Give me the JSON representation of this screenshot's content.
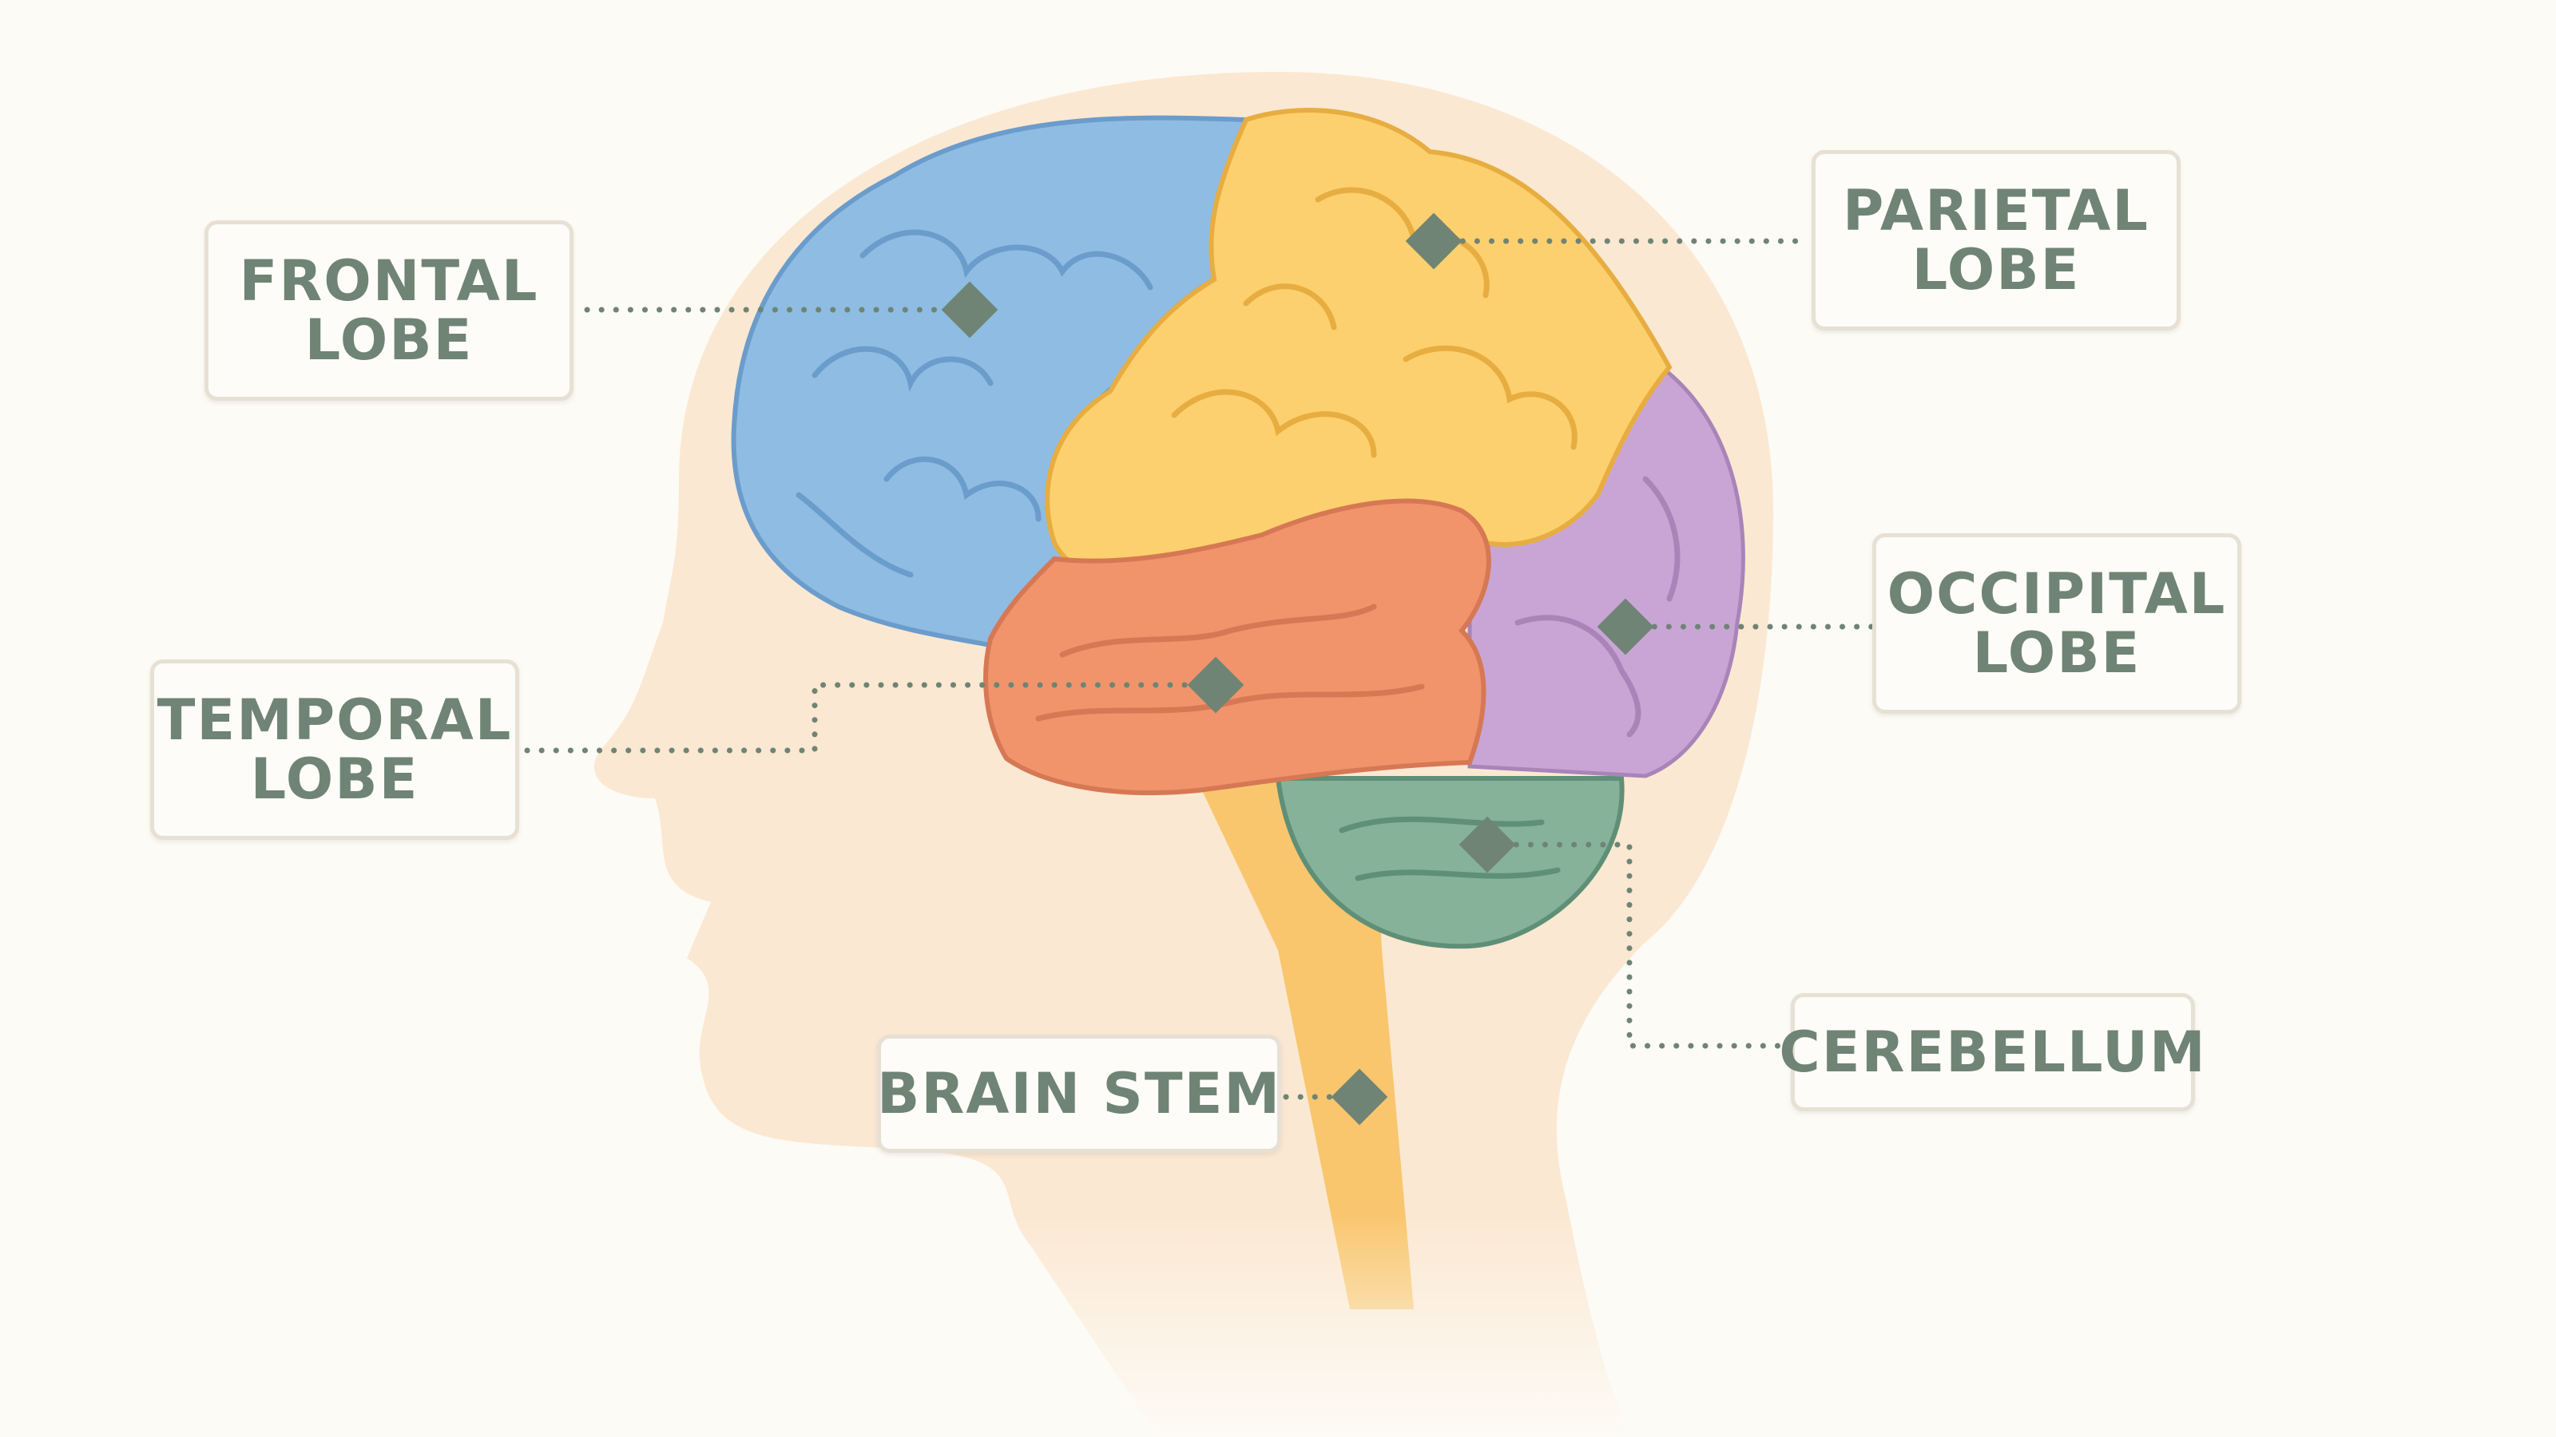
{
  "colors": {
    "background": "#fdfbf6",
    "head": "#fbe8d2",
    "frontal": "#8fbce2",
    "parietal": "#fcd06e",
    "temporal": "#f1946c",
    "occipital": "#c9a5d6",
    "cerebellum": "#86b29a",
    "brain_stem": "#f9c66e",
    "label_text": "#6f8474",
    "connector": "#6f8474"
  },
  "labels": {
    "frontal": {
      "line1": "FRONTAL",
      "line2": "LOBE"
    },
    "parietal": {
      "line1": "PARIETAL",
      "line2": "LOBE"
    },
    "temporal": {
      "line1": "TEMPORAL",
      "line2": "LOBE"
    },
    "occipital": {
      "line1": "OCCIPITAL",
      "line2": "LOBE"
    },
    "cerebellum": {
      "line1": "CEREBELLUM"
    },
    "brain_stem": {
      "line1": "BRAIN STEM"
    }
  }
}
